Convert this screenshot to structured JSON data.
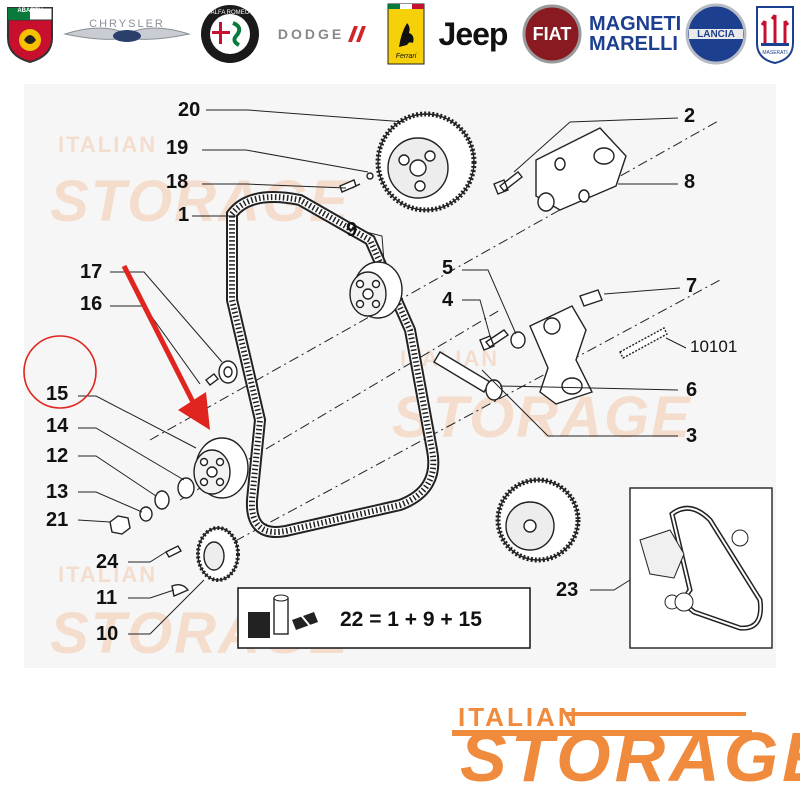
{
  "brands": [
    {
      "name": "ABARTH",
      "icon": "abarth-logo-icon"
    },
    {
      "name": "CHRYSLER",
      "icon": "chrysler-logo-icon"
    },
    {
      "name": "ALFA ROMEO",
      "icon": "alfa-romeo-logo-icon"
    },
    {
      "name": "DODGE",
      "icon": "dodge-logo-icon"
    },
    {
      "name": "Ferrari",
      "icon": "ferrari-logo-icon"
    },
    {
      "name": "Jeep",
      "icon": "jeep-logo-icon"
    },
    {
      "name": "FIAT",
      "icon": "fiat-logo-icon"
    },
    {
      "name": "MAGNETI MARELLI",
      "icon": "magneti-marelli-logo-icon"
    },
    {
      "name": "LANCIA",
      "icon": "lancia-logo-icon"
    },
    {
      "name": "MASERATI",
      "icon": "maserati-logo-icon"
    }
  ],
  "callouts": {
    "c20": "20",
    "c19": "19",
    "c18": "18",
    "c1": "1",
    "c2": "2",
    "c8": "8",
    "c9": "9",
    "c17": "17",
    "c16": "16",
    "c5": "5",
    "c4": "4",
    "c7": "7",
    "c10101": "10101",
    "c15": "15",
    "c6": "6",
    "c14": "14",
    "c3": "3",
    "c12": "12",
    "c13": "13",
    "c21": "21",
    "c24": "24",
    "c23": "23",
    "c11": "11",
    "c10": "10"
  },
  "formula": "22 = 1 + 9 + 15",
  "watermark": {
    "small": "ITALIAN",
    "big": "STORAGE"
  },
  "footer": {
    "small": "ITALIAN",
    "big": "STORAGE"
  },
  "colors": {
    "accent": "#f08a3c",
    "arrow": "#e0241f",
    "highlight_circle": "#e0241f",
    "line": "#222222"
  }
}
